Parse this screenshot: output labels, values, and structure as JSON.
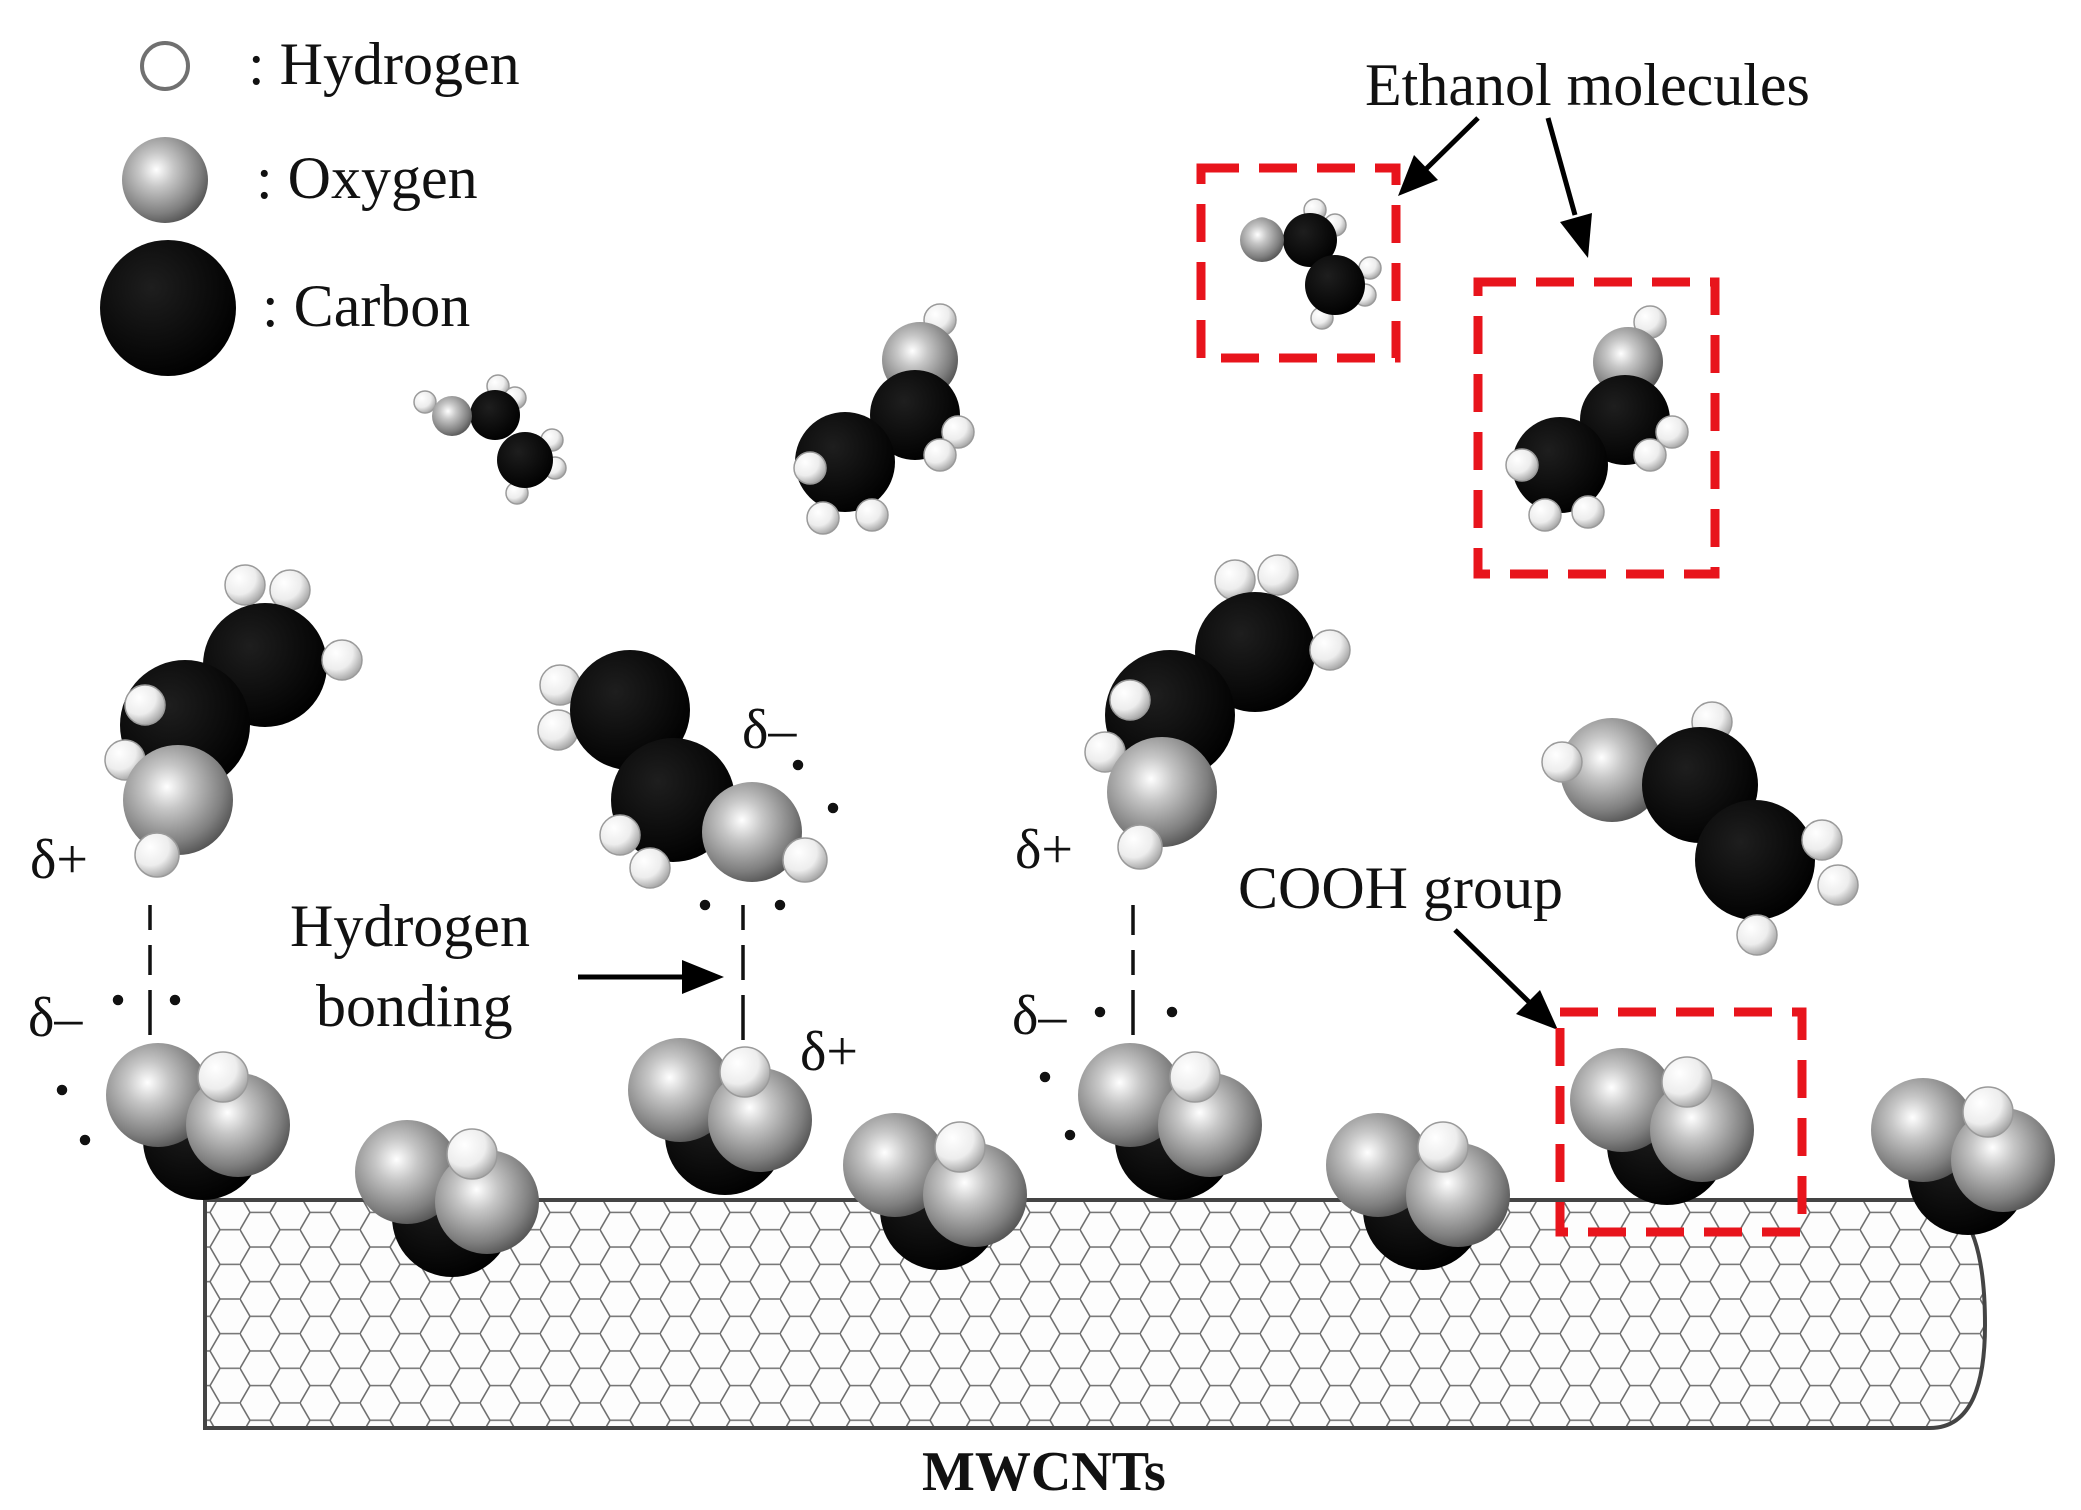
{
  "legend": {
    "hydrogen": ": Hydrogen",
    "oxygen": ": Oxygen",
    "carbon": ": Carbon"
  },
  "labels": {
    "ethanol_molecules": "Ethanol molecules",
    "cooh_group": "COOH group",
    "hydrogen_bonding_line1": "Hydrogen",
    "hydrogen_bonding_line2": "bonding",
    "mwcnts": "MWCNTs",
    "delta_plus": "δ+",
    "delta_minus": "δ–"
  },
  "colors": {
    "carbon": "#000000",
    "oxygen": "#8c8c8c",
    "hydrogen": "#f5f5f5",
    "highlight_box": "#e8141c",
    "nanotube_lattice": "#6e6e6e"
  }
}
